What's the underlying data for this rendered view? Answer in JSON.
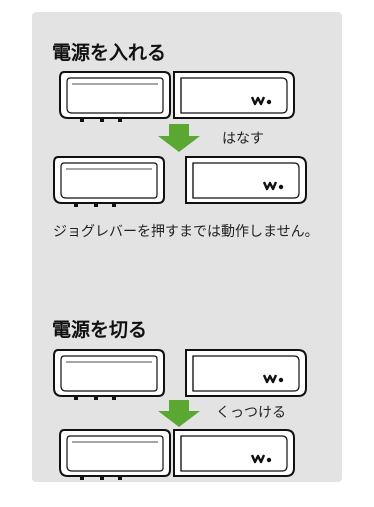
{
  "power_on": {
    "heading": "電源を入れる",
    "action": "はなす"
  },
  "note": "ジョグレバーを押すまでは動作しません。",
  "power_off": {
    "heading": "電源を切る",
    "action": "くっつける"
  },
  "brand_mark": "W.",
  "colors": {
    "panel": "#e3e3e3",
    "arrow": "#5aa832",
    "outline": "#111111"
  }
}
